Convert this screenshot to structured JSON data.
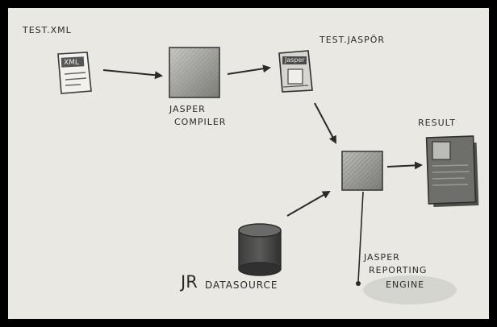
{
  "labels": {
    "test_xml": "TEST.XML",
    "xml_doc": "XML",
    "jasper_doc": "Jasper",
    "test_jasper": "TEST.JASPÖR",
    "compiler_line1": "JASPER",
    "compiler_line2": "COMPILER",
    "result": "RESULT",
    "datasource_prefix": "JR",
    "datasource_word": "DATASOURCE",
    "engine_line1": "JASPER",
    "engine_line2": "REPORTING",
    "engine_line3": "ENGINE"
  },
  "colors": {
    "paper": "#e9e8e2",
    "ink": "#2a2a2a",
    "frame": "#000000"
  }
}
